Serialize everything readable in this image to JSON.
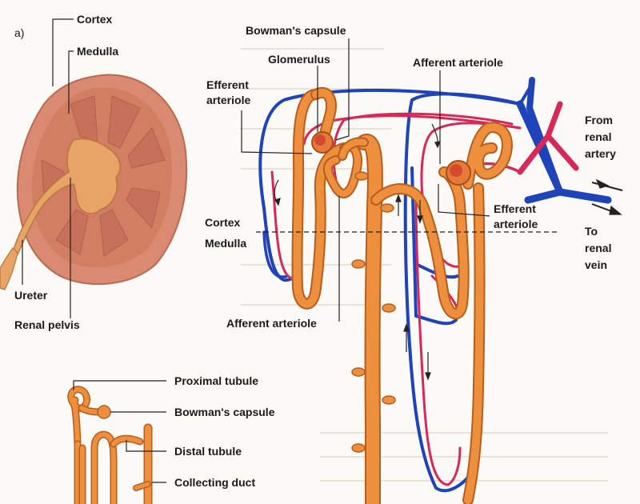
{
  "panel_marker": "a)",
  "colors": {
    "kidney_outer": "#d8846a",
    "kidney_inner": "#c8705a",
    "tubule": "#ec8d3c",
    "tubule_dark": "#b75e1e",
    "vein": "#1f43b8",
    "artery": "#d8285a",
    "background": "#fbfaf6"
  },
  "labels": {
    "cortex_top": "Cortex",
    "medulla_top": "Medulla",
    "ureter": "Ureter",
    "renal_pelvis": "Renal pelvis",
    "bowmans_capsule_top": "Bowman's capsule",
    "glomerulus": "Glomerulus",
    "efferent_arteriole_left_1": "Efferent",
    "efferent_arteriole_left_2": "arteriole",
    "afferent_arteriole_top": "Afferent arteriole",
    "from_renal_artery_1": "From",
    "from_renal_artery_2": "renal",
    "from_renal_artery_3": "artery",
    "efferent_arteriole_right_1": "Efferent",
    "efferent_arteriole_right_2": "arteriole",
    "to_renal_vein_1": "To",
    "to_renal_vein_2": "renal",
    "to_renal_vein_3": "vein",
    "cortex_mid": "Cortex",
    "medulla_mid": "Medulla",
    "afferent_arteriole_bottom": "Afferent arteriole",
    "proximal_tubule": "Proximal tubule",
    "bowmans_capsule_bottom": "Bowman's capsule",
    "distal_tubule": "Distal tubule",
    "collecting_duct": "Collecting duct"
  }
}
